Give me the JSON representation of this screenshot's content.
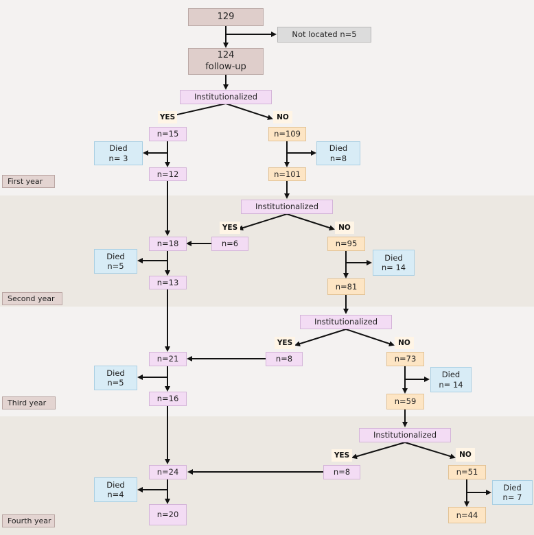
{
  "years": {
    "first": "First year",
    "second": "Second year",
    "third": "Third year",
    "fourth": "Fourth year"
  },
  "start": {
    "total": "129",
    "not_located": "Not located n=5",
    "followup": "124\nfollow-up"
  },
  "decision_label": "Institutionalized",
  "yes_label": "YES",
  "no_label": "NO",
  "year1": {
    "yes_n": "n=15",
    "yes_died": "Died\nn= 3",
    "yes_end": "n=12",
    "no_n": "n=109",
    "no_died": "Died\nn=8",
    "no_end": "n=101"
  },
  "year2": {
    "inst_from_yes": "n=6",
    "yes_total": "n=18",
    "yes_died": "Died\nn=5",
    "yes_end": "n=13",
    "no_n": "n=95",
    "no_died": "Died\nn= 14",
    "no_end": "n=81"
  },
  "year3": {
    "inst_from_yes": "n=8",
    "yes_total": "n=21",
    "yes_died": "Died\nn=5",
    "yes_end": "n=16",
    "no_n": "n=73",
    "no_died": "Died\nn= 14",
    "no_end": "n=59"
  },
  "year4": {
    "inst_from_yes": "n=8",
    "yes_total": "n=24",
    "yes_died": "Died\nn=4",
    "yes_end": "n=20",
    "no_n": "n=51",
    "no_died": "Died\nn= 7",
    "no_end": "n=44"
  }
}
